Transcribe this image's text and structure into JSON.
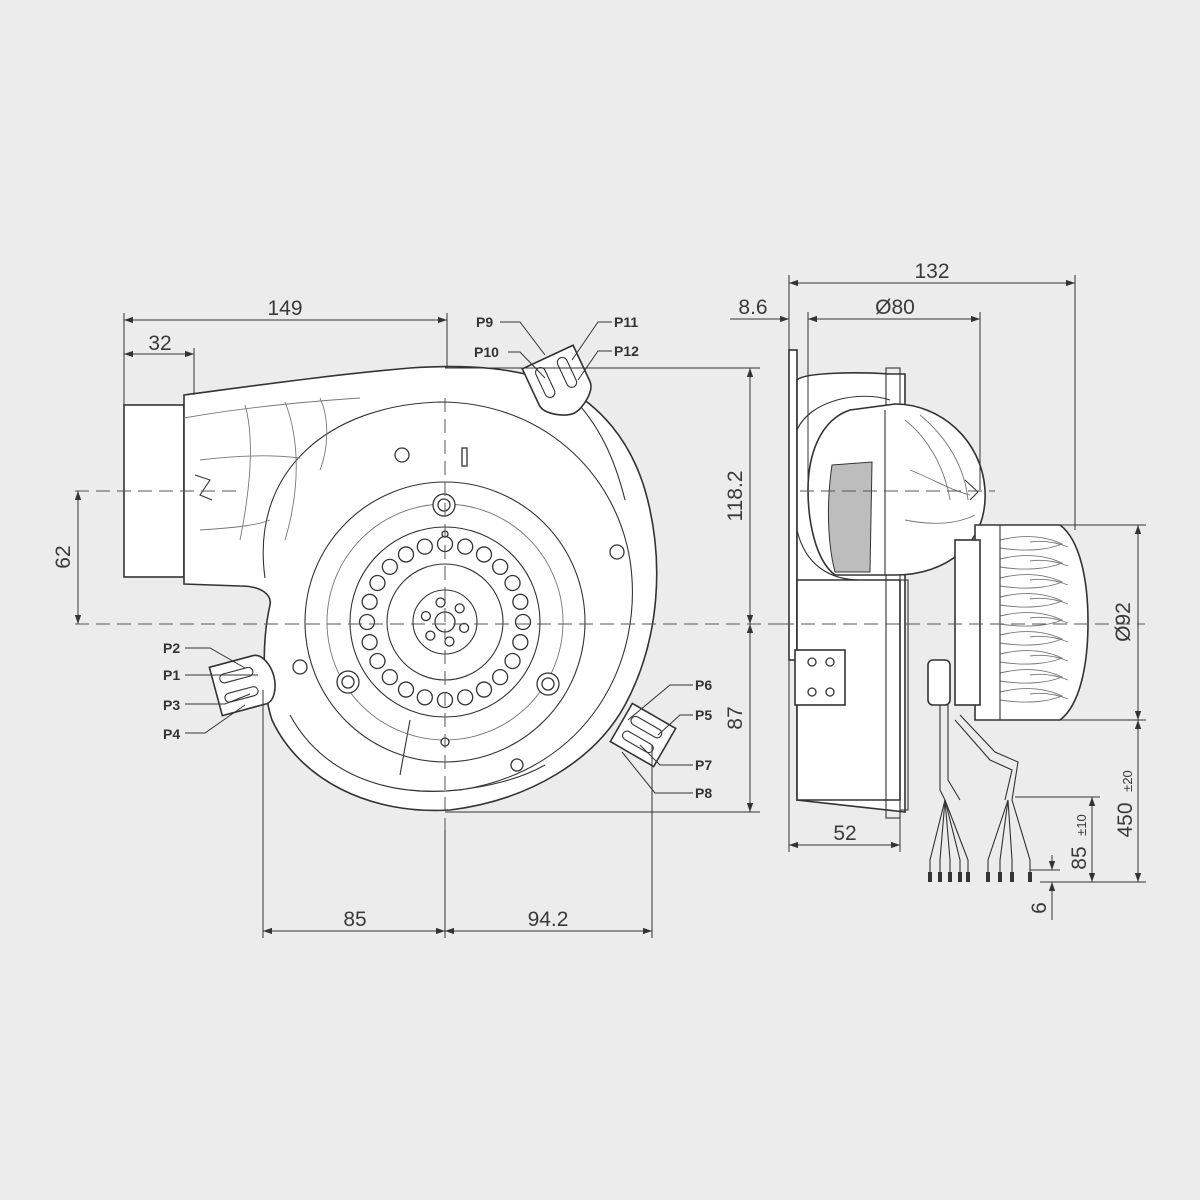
{
  "front_view": {
    "dimensions": {
      "overall_width": "149",
      "outlet_width": "32",
      "outlet_height": "62",
      "left_offset": "85",
      "right_offset": "94.2",
      "upper_height": "118.2",
      "lower_height": "87"
    },
    "pins": {
      "p1": "P1",
      "p2": "P2",
      "p3": "P3",
      "p4": "P4",
      "p5": "P5",
      "p6": "P6",
      "p7": "P7",
      "p8": "P8",
      "p9": "P9",
      "p10": "P10",
      "p11": "P11",
      "p12": "P12"
    }
  },
  "side_view": {
    "dimensions": {
      "overall_depth": "132",
      "flange_offset": "8.6",
      "inlet_diameter": "Ø80",
      "motor_diameter": "Ø92",
      "housing_depth": "52",
      "cable_length": "450",
      "cable_length_tol": "±20",
      "lead_strip": "85",
      "lead_strip_tol": "±10",
      "wire_end": "6"
    }
  },
  "colors": {
    "background": "#ececec",
    "line": "#333333",
    "fill": "#ffffff",
    "shade": "#bdbdbd"
  }
}
